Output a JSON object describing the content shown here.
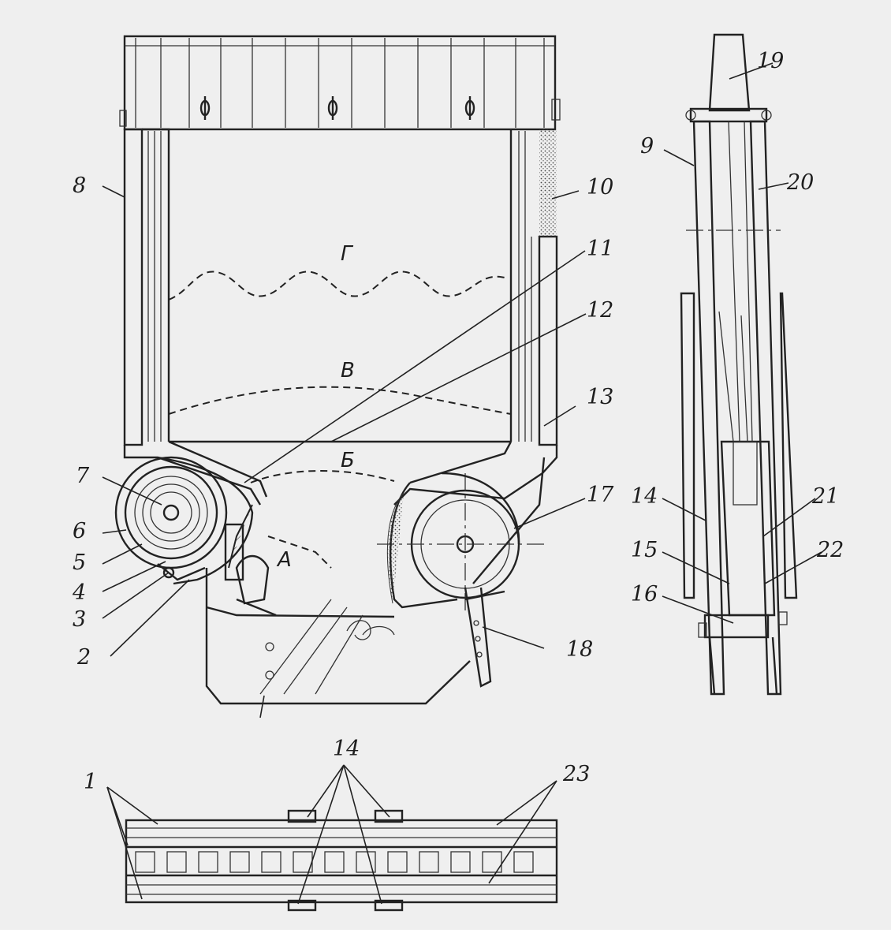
{
  "colors": {
    "background": "#efefef",
    "ink": "#1d1d1d"
  },
  "labels": {
    "l1": "1",
    "l2": "2",
    "l3": "3",
    "l4": "4",
    "l5": "5",
    "l6": "6",
    "l7": "7",
    "l8": "8",
    "l9": "9",
    "l10": "10",
    "l11": "11",
    "l12": "12",
    "l13": "13",
    "l14_side": "14",
    "l14_bottom": "14",
    "l15": "15",
    "l16": "16",
    "l17": "17",
    "l18": "18",
    "l19": "19",
    "l20": "20",
    "l21": "21",
    "l22": "22",
    "l23": "23"
  },
  "zones": {
    "a": "А",
    "b": "Б",
    "v": "В",
    "g": "Г"
  }
}
